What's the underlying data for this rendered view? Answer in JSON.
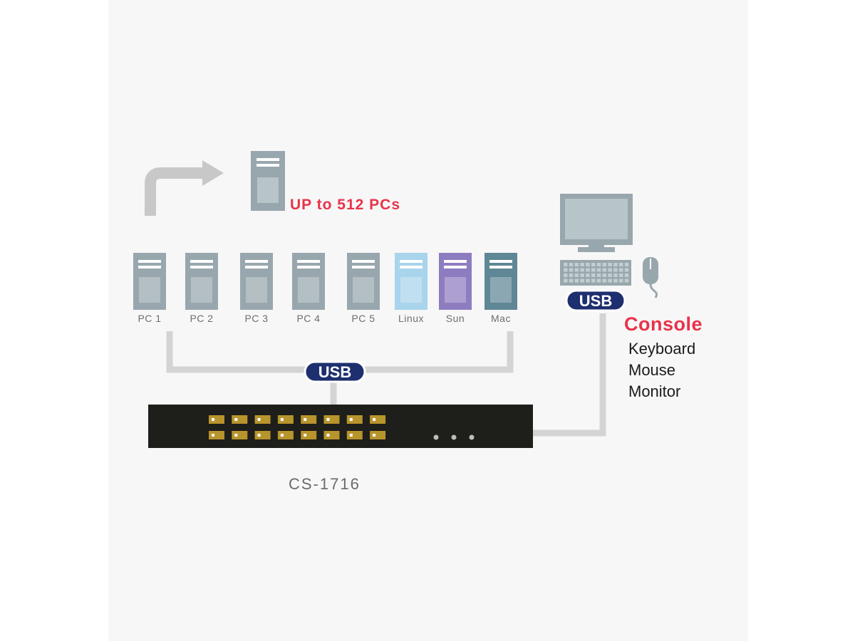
{
  "title": "UP to 512 PCs",
  "computers": [
    {
      "label": "PC 1",
      "color": "#98a7ad"
    },
    {
      "label": "PC 2",
      "color": "#98a7ad"
    },
    {
      "label": "PC 3",
      "color": "#98a7ad"
    },
    {
      "label": "PC 4",
      "color": "#98a7ad"
    },
    {
      "label": "PC 5",
      "color": "#98a7ad"
    },
    {
      "label": "Linux",
      "color": "#a8d4ec"
    },
    {
      "label": "Sun",
      "color": "#8e7cc0"
    },
    {
      "label": "Mac",
      "color": "#5f8795"
    }
  ],
  "usb_badge": "USB",
  "switch": {
    "model": "CS-1716",
    "port_count": 16
  },
  "console": {
    "title": "Console",
    "items": [
      "Keyboard",
      "Mouse",
      "Monitor"
    ]
  },
  "colors": {
    "accent_red": "#e8334a",
    "usb_navy": "#1d2f6e",
    "switch_body": "#1e1e1a",
    "port_gold": "#b8942c",
    "cable": "#d4d4d4",
    "tower_grey": "#98a7ad"
  },
  "icons": [
    "server-tower-icon",
    "arrow-icon",
    "monitor-icon",
    "keyboard-icon",
    "mouse-icon",
    "usb-badge-icon",
    "kvm-switch-icon"
  ]
}
